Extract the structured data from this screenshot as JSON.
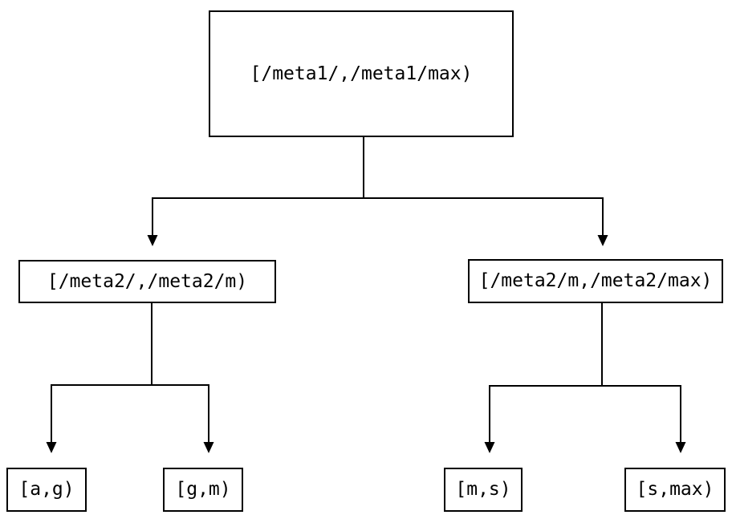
{
  "colors": {
    "ink": "#000000",
    "background": "#ffffff"
  },
  "tree": {
    "root": {
      "label": "[/meta1/,/meta1/max)"
    },
    "children": [
      {
        "label": "[/meta2/,/meta2/m)",
        "children": [
          {
            "label": "[a,g)"
          },
          {
            "label": "[g,m)"
          }
        ]
      },
      {
        "label": "[/meta2/m,/meta2/max)",
        "children": [
          {
            "label": "[m,s)"
          },
          {
            "label": "[s,max)"
          }
        ]
      }
    ]
  }
}
